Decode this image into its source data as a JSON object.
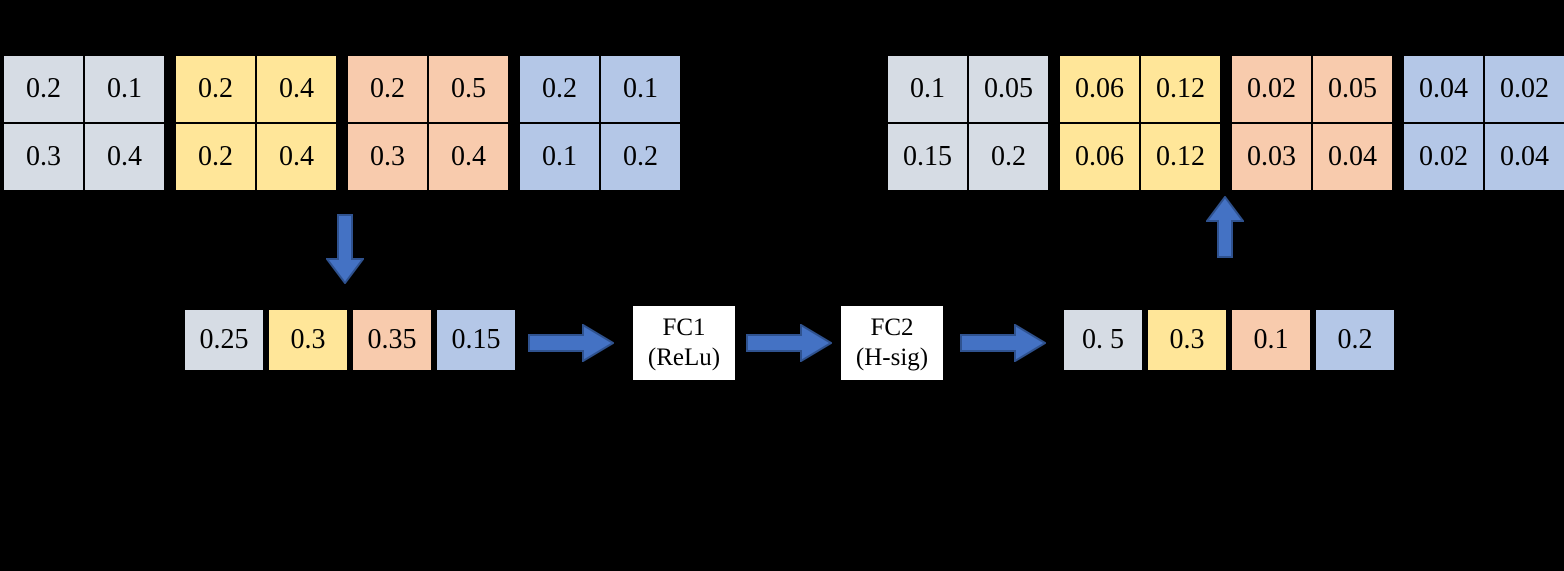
{
  "colors": {
    "background": "#000000",
    "channel_gray": "#d6dce4",
    "channel_yellow": "#ffe699",
    "channel_orange": "#f8cbad",
    "channel_blue": "#b4c7e7",
    "arrow_fill": "#4472c4",
    "arrow_stroke": "#2f528f",
    "fc_box_bg": "#ffffff",
    "text": "#000000"
  },
  "input_feature_maps": {
    "grids": [
      {
        "channel": "gray",
        "rows": [
          [
            "0.2",
            "0.1"
          ],
          [
            "0.3",
            "0.4"
          ]
        ]
      },
      {
        "channel": "yellow",
        "rows": [
          [
            "0.2",
            "0.4"
          ],
          [
            "0.2",
            "0.4"
          ]
        ]
      },
      {
        "channel": "orange",
        "rows": [
          [
            "0.2",
            "0.5"
          ],
          [
            "0.3",
            "0.4"
          ]
        ]
      },
      {
        "channel": "blue",
        "rows": [
          [
            "0.2",
            "0.1"
          ],
          [
            "0.1",
            "0.2"
          ]
        ]
      }
    ]
  },
  "output_feature_maps": {
    "grids": [
      {
        "channel": "gray",
        "rows": [
          [
            "0.1",
            "0.05"
          ],
          [
            "0.15",
            "0.2"
          ]
        ]
      },
      {
        "channel": "yellow",
        "rows": [
          [
            "0.06",
            "0.12"
          ],
          [
            "0.06",
            "0.12"
          ]
        ]
      },
      {
        "channel": "orange",
        "rows": [
          [
            "0.02",
            "0.05"
          ],
          [
            "0.03",
            "0.04"
          ]
        ]
      },
      {
        "channel": "blue",
        "rows": [
          [
            "0.04",
            "0.02"
          ],
          [
            "0.02",
            "0.04"
          ]
        ]
      }
    ]
  },
  "pooled_vector": {
    "values": [
      "0.25",
      "0.3",
      "0.35",
      "0.15"
    ]
  },
  "scale_vector": {
    "values": [
      "0. 5",
      "0.3",
      "0.1",
      "0.2"
    ]
  },
  "fc1": {
    "name": "FC1",
    "activation": "(ReLu)"
  },
  "fc2": {
    "name": "FC2",
    "activation": "(H-sig)"
  }
}
